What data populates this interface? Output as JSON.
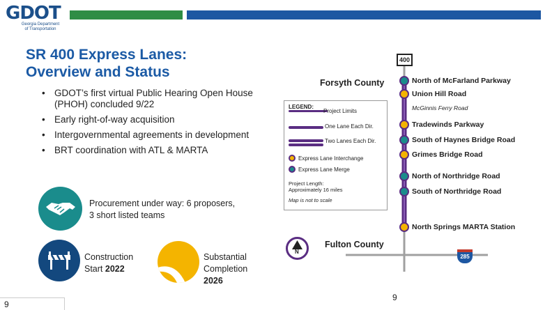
{
  "logo": {
    "text": "GDOT",
    "subtitle_line1": "Georgia Department",
    "subtitle_line2": "of Transportation"
  },
  "title": {
    "line1": "SR 400 Express Lanes:",
    "line2": "Overview and Status"
  },
  "bullets": [
    "GDOT’s first virtual Public Hearing Open House (PHOH) concluded 9/22",
    "Early right-of-way acquisition",
    "Intergovernmental agreements in development",
    "BRT coordination with ATL & MARTA"
  ],
  "status": {
    "procurement_line1": "Procurement under way: 6 proposers,",
    "procurement_line2": "3 short listed teams",
    "construction_line1": "Construction",
    "construction_line2_prefix": "Start ",
    "construction_year": "2022",
    "completion_line1": "Substantial",
    "completion_line2": "Completion",
    "completion_year": "2026"
  },
  "map": {
    "route_shield": "400",
    "interstate_shield": "285",
    "north_label": "N",
    "county_north": "Forsyth County",
    "county_south": "Fulton County",
    "legend": {
      "title": "LEGEND:",
      "project_limits": "Project Limits",
      "one_lane": "One Lane Each Dir.",
      "two_lanes": "Two Lanes Each Dir.",
      "interchange": "Express Lane Interchange",
      "merge": "Express Lane Merge",
      "length_line1": "Project Length:",
      "length_line2": "Approximately 16 miles",
      "disclaimer": "Map is not to scale"
    },
    "stops": [
      {
        "label": "North of McFarland Parkway",
        "type": "merge"
      },
      {
        "label": "Union Hill Road",
        "type": "interchange"
      },
      {
        "label": "McGinnis Ferry Road",
        "type": "note"
      },
      {
        "label": "Tradewinds Parkway",
        "type": "interchange"
      },
      {
        "label": "South of Haynes Bridge Road",
        "type": "merge"
      },
      {
        "label": "Grimes Bridge Road",
        "type": "interchange"
      },
      {
        "label": "North of Northridge Road",
        "type": "merge"
      },
      {
        "label": "South of Northridge Road",
        "type": "merge"
      },
      {
        "label": "North Springs MARTA Station",
        "type": "interchange"
      }
    ],
    "colors": {
      "route": "#5a2d82",
      "interchange": "#f4b400",
      "merge": "#1a8c8c",
      "road": "#a0a0a0"
    }
  },
  "page": {
    "number_center": "9",
    "number_left": "9"
  }
}
